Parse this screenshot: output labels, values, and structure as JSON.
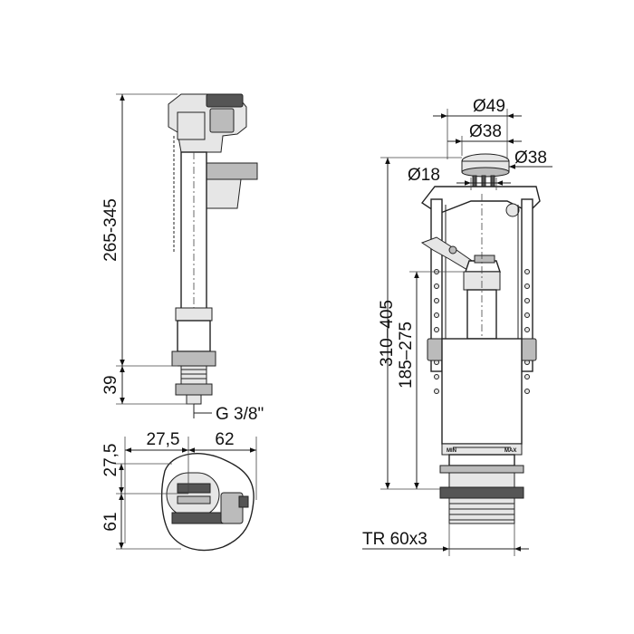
{
  "dimensions": {
    "fill_valve_height": "265-345",
    "fill_valve_thread_height": "39",
    "fill_valve_thread": "G 3/8\"",
    "top_view_offset_x": "27,5",
    "top_view_width": "62",
    "top_view_offset_y": "27,5",
    "top_view_depth": "61",
    "flush_outer_diameter": "Ø49",
    "flush_inner_diameter": "Ø38",
    "flush_button_diameter": "Ø38",
    "flush_stem_diameter": "Ø18",
    "flush_valve_height": "310–405",
    "flush_valve_inner_height": "185–275",
    "flush_valve_thread": "TR 60x3"
  },
  "scale_labels": {
    "min": "MIN",
    "max": "MAX"
  }
}
